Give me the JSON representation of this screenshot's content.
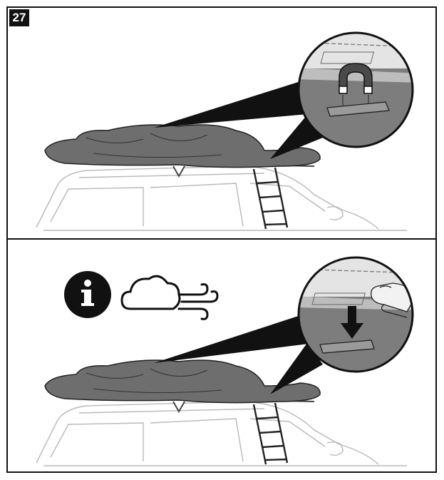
{
  "step": {
    "number": "27"
  },
  "panels": [
    {
      "id": "top",
      "detail": "magnet-detach"
    },
    {
      "id": "bottom",
      "detail": "press-down",
      "info_icons": [
        "info-icon",
        "cloud-wind-icon"
      ]
    }
  ]
}
